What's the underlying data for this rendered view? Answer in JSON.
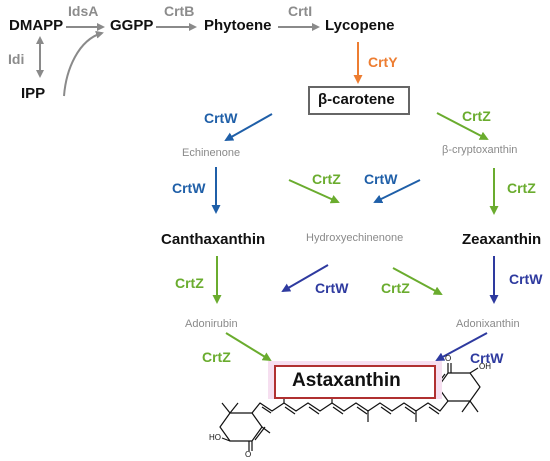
{
  "colors": {
    "grey": "#8a8a8a",
    "orange": "#ed7d31",
    "blue": "#1f5fa8",
    "green": "#6aac2e",
    "navy": "#2e3a9f",
    "astaxanthin_border": "#b03030"
  },
  "compounds": {
    "dmapp": "DMAPP",
    "ipp": "IPP",
    "ggpp": "GGPP",
    "phytoene": "Phytoene",
    "lycopene": "Lycopene",
    "beta_carotene": "β-carotene",
    "echinenone": "Echinenone",
    "beta_cryptoxanthin": "β-cryptoxanthin",
    "canthaxanthin": "Canthaxanthin",
    "hydroxyechinenone": "Hydroxyechinenone",
    "zeaxanthin": "Zeaxanthin",
    "adonirubin": "Adonirubin",
    "adonixanthin": "Adonixanthin",
    "astaxanthin": "Astaxanthin"
  },
  "enzymes": {
    "idsa": "IdsA",
    "idi": "Idi",
    "crtb": "CrtB",
    "crti": "CrtI",
    "crty": "CrtY",
    "crtw": "CrtW",
    "crtz": "CrtZ"
  },
  "structure_labels": {
    "o": "O",
    "ho": "HO",
    "oh": "OH"
  }
}
